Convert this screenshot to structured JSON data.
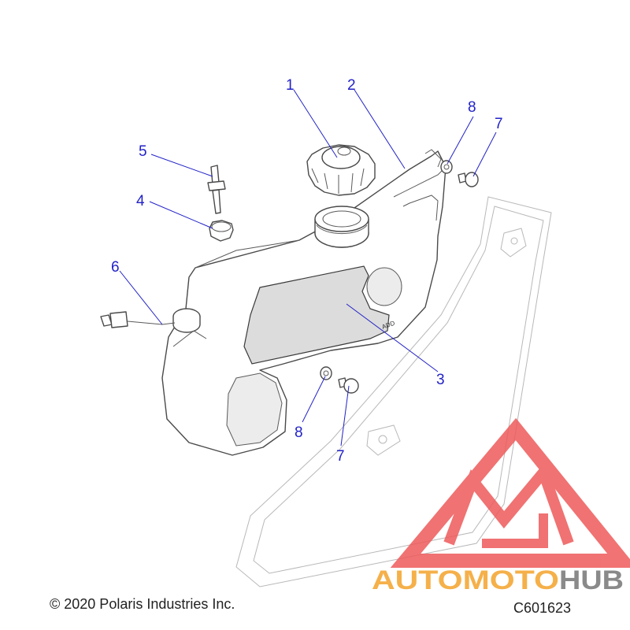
{
  "callouts": {
    "c1": "1",
    "c2": "2",
    "c3": "3",
    "c4": "4",
    "c5": "5",
    "c6": "6",
    "c7a": "7",
    "c7b": "7",
    "c8a": "8",
    "c8b": "8"
  },
  "footer": {
    "copyright": "© 2020 Polaris Industries Inc.",
    "diagram_code": "C601623"
  },
  "watermark": {
    "text": "AUTOMOTOHUB",
    "color_red": "#ee5a5a",
    "color_orange": "#f5b04a",
    "color_gray": "#8a8a8a"
  },
  "colors": {
    "callout": "#2222c8",
    "line_art": "#4a4a4a"
  }
}
